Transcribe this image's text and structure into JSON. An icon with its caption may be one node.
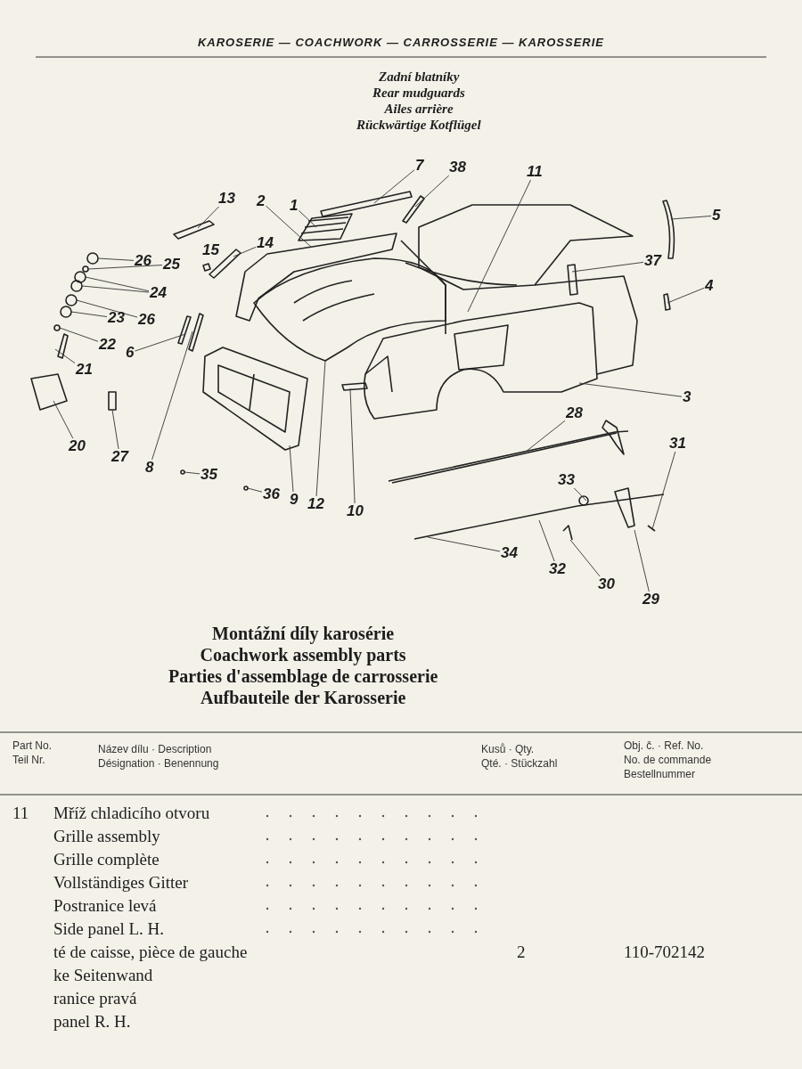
{
  "diagram": {
    "title": "KAROSERIE — COACHWORK — CARROSSERIE — KAROSSERIE",
    "nodes": [
      {
        "text": [
          "7"
        ]
      },
      {
        "text": [
          "38"
        ]
      },
      {
        "text": [
          "11"
        ]
      },
      {
        "text": [
          "13"
        ]
      },
      {
        "text": [
          "2"
        ]
      },
      {
        "text": [
          "1"
        ]
      },
      {
        "text": [
          "5"
        ]
      },
      {
        "text": [
          "37"
        ]
      },
      {
        "text": [
          "4"
        ]
      },
      {
        "text": [
          "14"
        ]
      },
      {
        "text": [
          "26"
        ]
      },
      {
        "text": [
          "25"
        ]
      },
      {
        "text": [
          "24"
        ]
      },
      {
        "text": [
          "26"
        ]
      },
      {
        "text": [
          "23"
        ]
      },
      {
        "text": [
          "22"
        ]
      },
      {
        "text": [
          "6"
        ]
      },
      {
        "text": [
          "21"
        ]
      },
      {
        "text": [
          "20"
        ]
      },
      {
        "text": [
          "27"
        ]
      },
      {
        "text": [
          "8"
        ]
      },
      {
        "text": [
          "35"
        ]
      },
      {
        "text": [
          "36"
        ]
      },
      {
        "text": [
          "9"
        ]
      },
      {
        "text": [
          "12"
        ]
      },
      {
        "text": [
          "10"
        ]
      },
      {
        "text": [
          "3"
        ]
      },
      {
        "text": [
          "28"
        ]
      },
      {
        "text": [
          "33"
        ]
      },
      {
        "text": [
          "31"
        ]
      },
      {
        "text": [
          "34"
        ]
      },
      {
        "text": [
          "32"
        ]
      },
      {
        "text": [
          "30"
        ]
      },
      {
        "text": [
          "29"
        ]
      }
    ],
    "edges": [
      {
        "from": 0,
        "to": null,
        "arrow": "none"
      },
      {
        "from": 1,
        "to": null,
        "arrow": "none"
      },
      {
        "from": 2,
        "to": null,
        "arrow": "none"
      },
      {
        "from": 3,
        "to": null,
        "arrow": "none"
      },
      {
        "from": 4,
        "to": null,
        "arrow": "none"
      },
      {
        "from": 5,
        "to": null,
        "arrow": "none"
      },
      {
        "from": 6,
        "to": null,
        "arrow": "none"
      },
      {
        "from": 7,
        "to": null,
        "arrow": "none"
      },
      {
        "from": 8,
        "to": null,
        "arrow": "none"
      },
      {
        "from": 9,
        "to": null,
        "arrow": "none"
      },
      {
        "from": 10,
        "to": null,
        "arrow": "none"
      },
      {
        "from": 11,
        "to": null,
        "arrow": "none"
      },
      {
        "from": 12,
        "to": null,
        "arrow": "none"
      },
      {
        "from": 12,
        "to": null,
        "arrow": "none"
      },
      {
        "from": 13,
        "to": null,
        "arrow": "none"
      },
      {
        "from": 14,
        "to": null,
        "arrow": "none"
      },
      {
        "from": 15,
        "to": null,
        "arrow": "none"
      },
      {
        "from": 16,
        "to": null,
        "arrow": "none"
      },
      {
        "from": 17,
        "to": null,
        "arrow": "none"
      },
      {
        "from": 18,
        "to": null,
        "arrow": "none"
      },
      {
        "from": 19,
        "to": null,
        "arrow": "none"
      },
      {
        "from": 20,
        "to": null,
        "arrow": "none"
      },
      {
        "from": 21,
        "to": null,
        "arrow": "none"
      },
      {
        "from": 22,
        "to": null,
        "arrow": "none"
      },
      {
        "from": 23,
        "to": null,
        "arrow": "none"
      },
      {
        "from": 24,
        "to": null,
        "arrow": "none"
      },
      {
        "from": 25,
        "to": null,
        "arrow": "none"
      },
      {
        "from": 26,
        "to": null,
        "arrow": "none"
      },
      {
        "from": 27,
        "to": null,
        "arrow": "none"
      },
      {
        "from": 28,
        "to": null,
        "arrow": "none"
      },
      {
        "from": 29,
        "to": null,
        "arrow": "none"
      },
      {
        "from": 30,
        "to": null,
        "arrow": "none"
      },
      {
        "from": 31,
        "to": null,
        "arrow": "none"
      },
      {
        "from": 32,
        "to": null,
        "arrow": "none"
      },
      {
        "from": 33,
        "to": null,
        "arrow": "none"
      }
    ],
    "labels": [
      "Zadní blatníky",
      "Rear mudguards",
      "Ailes arrière",
      "Rückwärtige Kotflügel",
      "15",
      "Montážní díly karosérie",
      "Coachwork assembly parts",
      "Parties d'assemblage de carrosserie",
      "Aufbauteile der Karosserie",
      "Part No.",
      "Teil Nr.",
      "Název dílu · Description",
      "Désignation · Benennung",
      "Kusů · Qty.",
      "Qté. · Stückzahl",
      "Obj. č. · Ref. No.",
      "No. de commande",
      "Bestellnummer",
      "11",
      "Mříž chladicího otvoru",
      "Grille assembly",
      "Grille complète",
      "Vollständiges Gitter",
      "Postranice levá",
      "Side panel L. H.",
      "té de caisse, pièce de gauche",
      "2",
      "110-702142",
      "ke Seitenwand",
      "ranice pravá",
      "panel R. H."
    ]
  }
}
